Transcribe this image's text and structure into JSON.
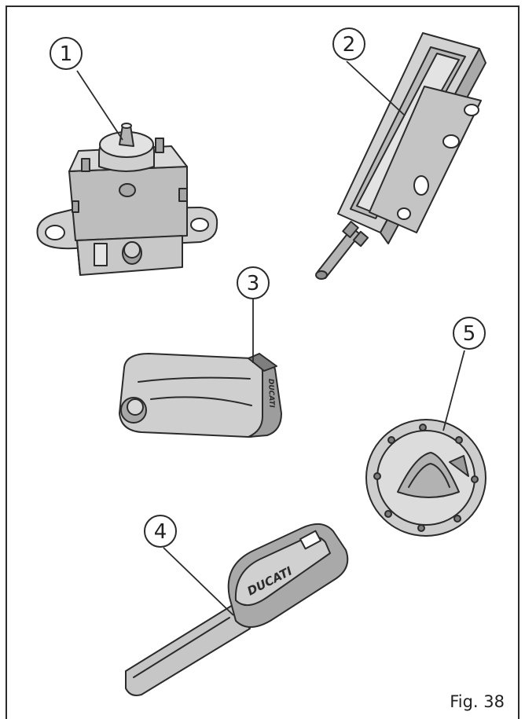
{
  "figure": {
    "label": "Fig. 38",
    "callouts": [
      {
        "number": "1",
        "part": "ignition-switch"
      },
      {
        "number": "2",
        "part": "seat-lock"
      },
      {
        "number": "3",
        "part": "key-fob"
      },
      {
        "number": "4",
        "part": "key"
      },
      {
        "number": "5",
        "part": "fuel-cap"
      }
    ],
    "brand_marks": {
      "key": "DUCATI",
      "fob": "DUCATI"
    }
  },
  "colors": {
    "line": "#2b2b2b",
    "fill_light": "#d9d9d9",
    "fill_mid": "#bdbdbd",
    "fill_dark": "#8c8c8c",
    "background": "#ffffff"
  }
}
